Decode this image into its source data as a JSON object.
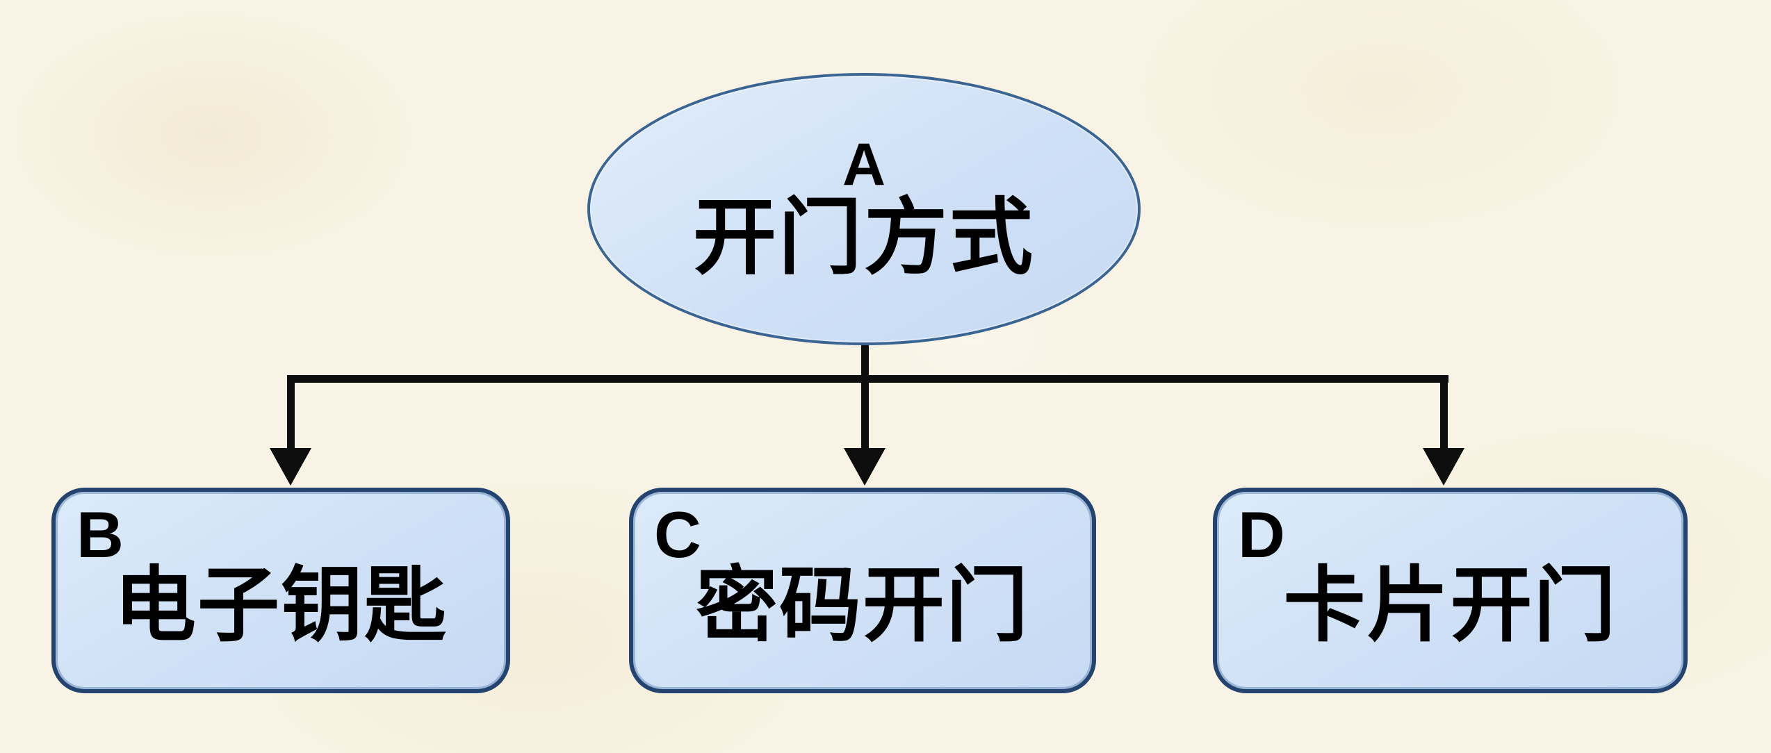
{
  "diagram": {
    "type": "flowchart",
    "colors": {
      "background": "#f8f3e4",
      "node_fill": "#cfe0f6",
      "box_border": "#24436e",
      "ellipse_border": "#3a6492",
      "connector": "#0e0e0e",
      "text": "#000000"
    },
    "root": {
      "id": "A",
      "label": "开门方式",
      "shape": "ellipse"
    },
    "children": [
      {
        "id": "B",
        "label": "电子钥匙",
        "shape": "rounded-rect"
      },
      {
        "id": "C",
        "label": "密码开门",
        "shape": "rounded-rect"
      },
      {
        "id": "D",
        "label": "卡片开门",
        "shape": "rounded-rect"
      }
    ],
    "connections": [
      {
        "from": "A",
        "to": "B",
        "arrow": "down"
      },
      {
        "from": "A",
        "to": "C",
        "arrow": "down"
      },
      {
        "from": "A",
        "to": "D",
        "arrow": "down"
      }
    ]
  }
}
